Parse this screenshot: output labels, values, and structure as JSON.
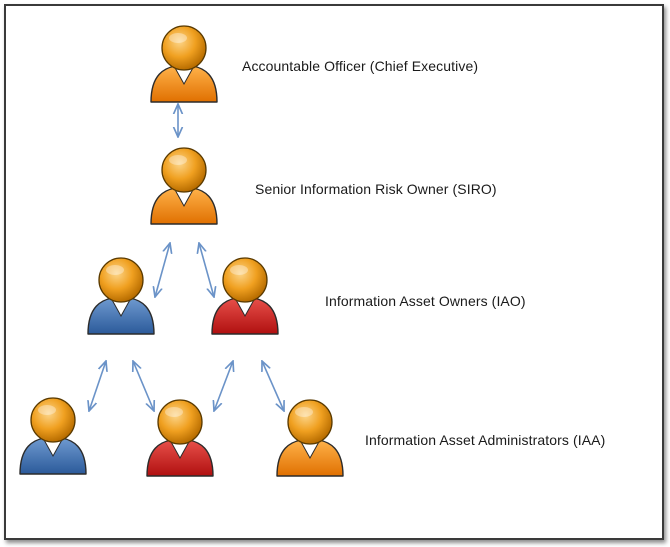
{
  "labels": {
    "accountable_officer": "Accountable Officer (Chief Executive)",
    "siro": "Senior Information Risk Owner (SIRO)",
    "iao": "Information Asset Owners (IAO)",
    "iaa": "Information Asset Administrators (IAA)"
  },
  "colors": {
    "head": "#f0a020",
    "orange_body": "#f58a10",
    "blue_body": "#3f73b5",
    "red_body": "#cc1f1f",
    "arrow": "#6b93c8",
    "border": "#3a3a3a"
  },
  "people": [
    {
      "name": "person-accountable-officer",
      "role": "accountable_officer",
      "color": "orange"
    },
    {
      "name": "person-siro",
      "role": "siro",
      "color": "orange"
    },
    {
      "name": "person-iao-blue",
      "role": "iao",
      "color": "blue"
    },
    {
      "name": "person-iao-red",
      "role": "iao",
      "color": "red"
    },
    {
      "name": "person-iaa-blue",
      "role": "iaa",
      "color": "blue"
    },
    {
      "name": "person-iaa-red",
      "role": "iaa",
      "color": "red"
    },
    {
      "name": "person-iaa-orange",
      "role": "iaa",
      "color": "orange"
    }
  ],
  "links": [
    {
      "name": "arrow-ao-siro"
    },
    {
      "name": "arrow-siro-iao-blue"
    },
    {
      "name": "arrow-siro-iao-red"
    },
    {
      "name": "arrow-iao-blue-iaa-blue"
    },
    {
      "name": "arrow-iao-blue-iaa-red"
    },
    {
      "name": "arrow-iao-red-iaa-red"
    },
    {
      "name": "arrow-iao-red-iaa-orange"
    }
  ]
}
